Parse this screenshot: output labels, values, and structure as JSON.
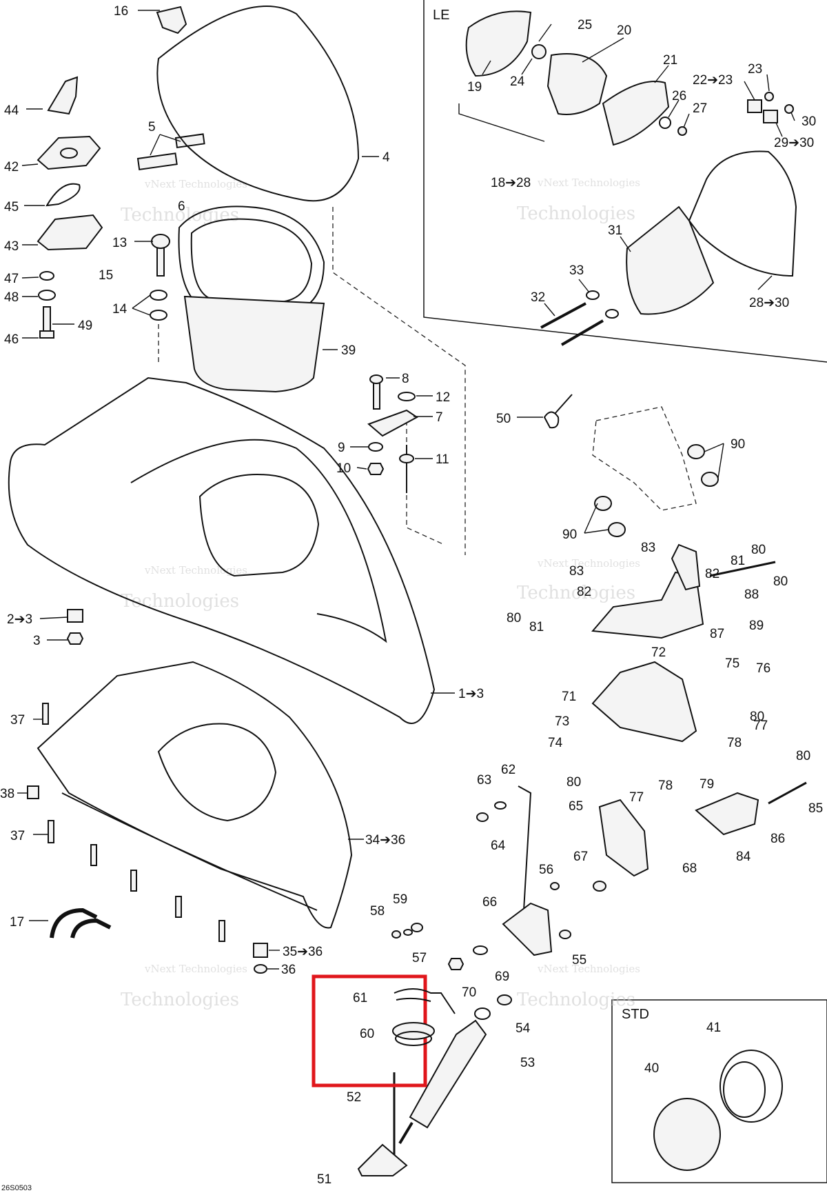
{
  "diagram": {
    "panel_le_label": "LE",
    "panel_std_label": "STD",
    "drawing_code": "26S0503",
    "watermark_line1": "vNext Technologies",
    "watermark_line2": "Technologies",
    "highlight_color": "#e0161b",
    "callouts": {
      "c16": "16",
      "c44": "44",
      "c42": "42",
      "c45": "45",
      "c43": "43",
      "c47": "47",
      "c48": "48",
      "c46": "46",
      "c49": "49",
      "c5": "5",
      "c4": "4",
      "c6": "6",
      "c13": "13",
      "c15": "15",
      "c14": "14",
      "c39": "39",
      "c8": "8",
      "c12": "12",
      "c7": "7",
      "c9": "9",
      "c10": "10",
      "c11": "11",
      "c2to3": "2➔3",
      "c3": "3",
      "c1to3": "1➔3",
      "c37a": "37",
      "c38": "38",
      "c37b": "37",
      "c34to36": "34➔36",
      "c17": "17",
      "c35to36": "35➔36",
      "c36": "36",
      "c25": "25",
      "c20": "20",
      "c19": "19",
      "c24": "24",
      "c21": "21",
      "c22to23": "22➔23",
      "c23": "23",
      "c26": "26",
      "c27": "27",
      "c30": "30",
      "c29to30": "29➔30",
      "c18to28": "18➔28",
      "c31": "31",
      "c33": "33",
      "c32": "32",
      "c28to30": "28➔30",
      "c50": "50",
      "c90a": "90",
      "c90b": "90",
      "c83a": "83",
      "c83b": "83",
      "c81a": "81",
      "c80a": "80",
      "c80b": "80",
      "c82a": "82",
      "c82b": "82",
      "c88": "88",
      "c81b": "81",
      "c80c": "80",
      "c87": "87",
      "c89": "89",
      "c72": "72",
      "c75": "75",
      "c76": "76",
      "c71": "71",
      "c77a": "77",
      "c80d": "80",
      "c73": "73",
      "c78a": "78",
      "c74": "74",
      "c80e": "80",
      "c78b": "78",
      "c79": "79",
      "c80f": "80",
      "c77b": "77",
      "c85": "85",
      "c62": "62",
      "c63": "63",
      "c65": "65",
      "c64": "64",
      "c84": "84",
      "c86": "86",
      "c56": "56",
      "c67": "67",
      "c68": "68",
      "c59": "59",
      "c58": "58",
      "c66": "66",
      "c57": "57",
      "c55": "55",
      "c69": "69",
      "c70": "70",
      "c61": "61",
      "c60": "60",
      "c54": "54",
      "c53": "53",
      "c52": "52",
      "c51": "51",
      "c41": "41",
      "c40": "40"
    }
  }
}
